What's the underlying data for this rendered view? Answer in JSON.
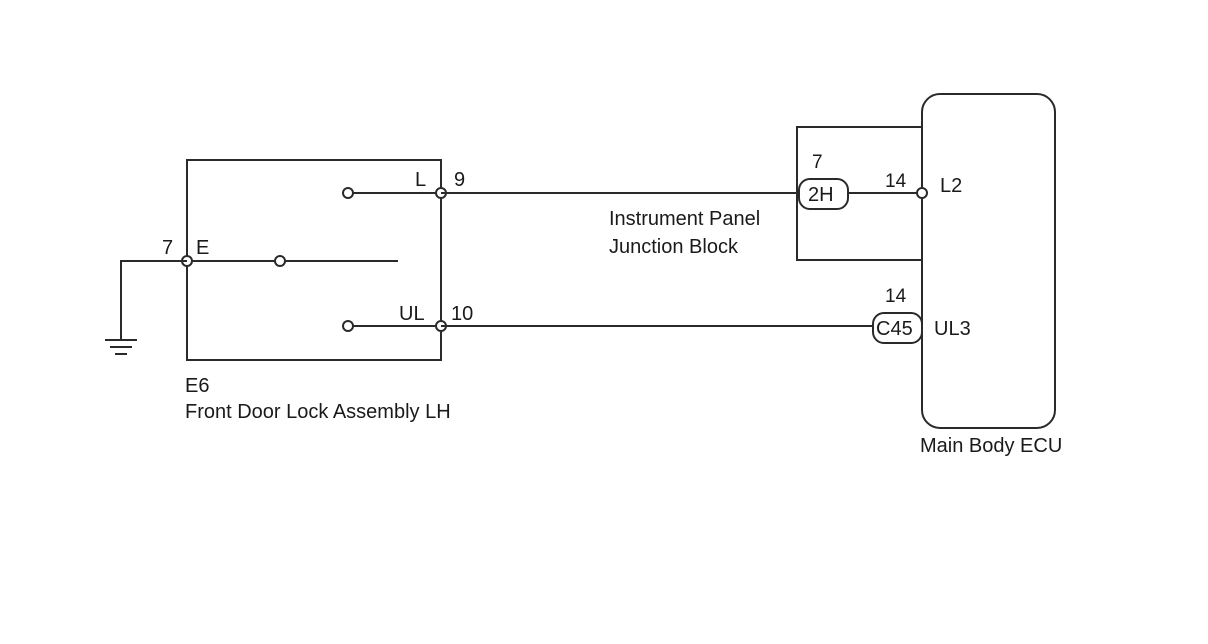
{
  "front_door_lock": {
    "code": "E6",
    "name": "Front Door Lock Assembly LH",
    "terminal_l_label": "L",
    "terminal_l_pin": "9",
    "terminal_e_label": "E",
    "terminal_e_pin": "7",
    "terminal_ul_label": "UL",
    "terminal_ul_pin": "10"
  },
  "junction_block": {
    "name_line1": "Instrument Panel",
    "name_line2": "Junction Block",
    "connector": "2H",
    "connector_pin": "7",
    "out_pin": "14"
  },
  "ecu_connector": {
    "connector": "C45",
    "pin": "14"
  },
  "main_body_ecu": {
    "name": "Main Body ECU",
    "terminal_l2": "L2",
    "terminal_ul3": "UL3"
  },
  "ground_icon": "ground-symbol-icon"
}
